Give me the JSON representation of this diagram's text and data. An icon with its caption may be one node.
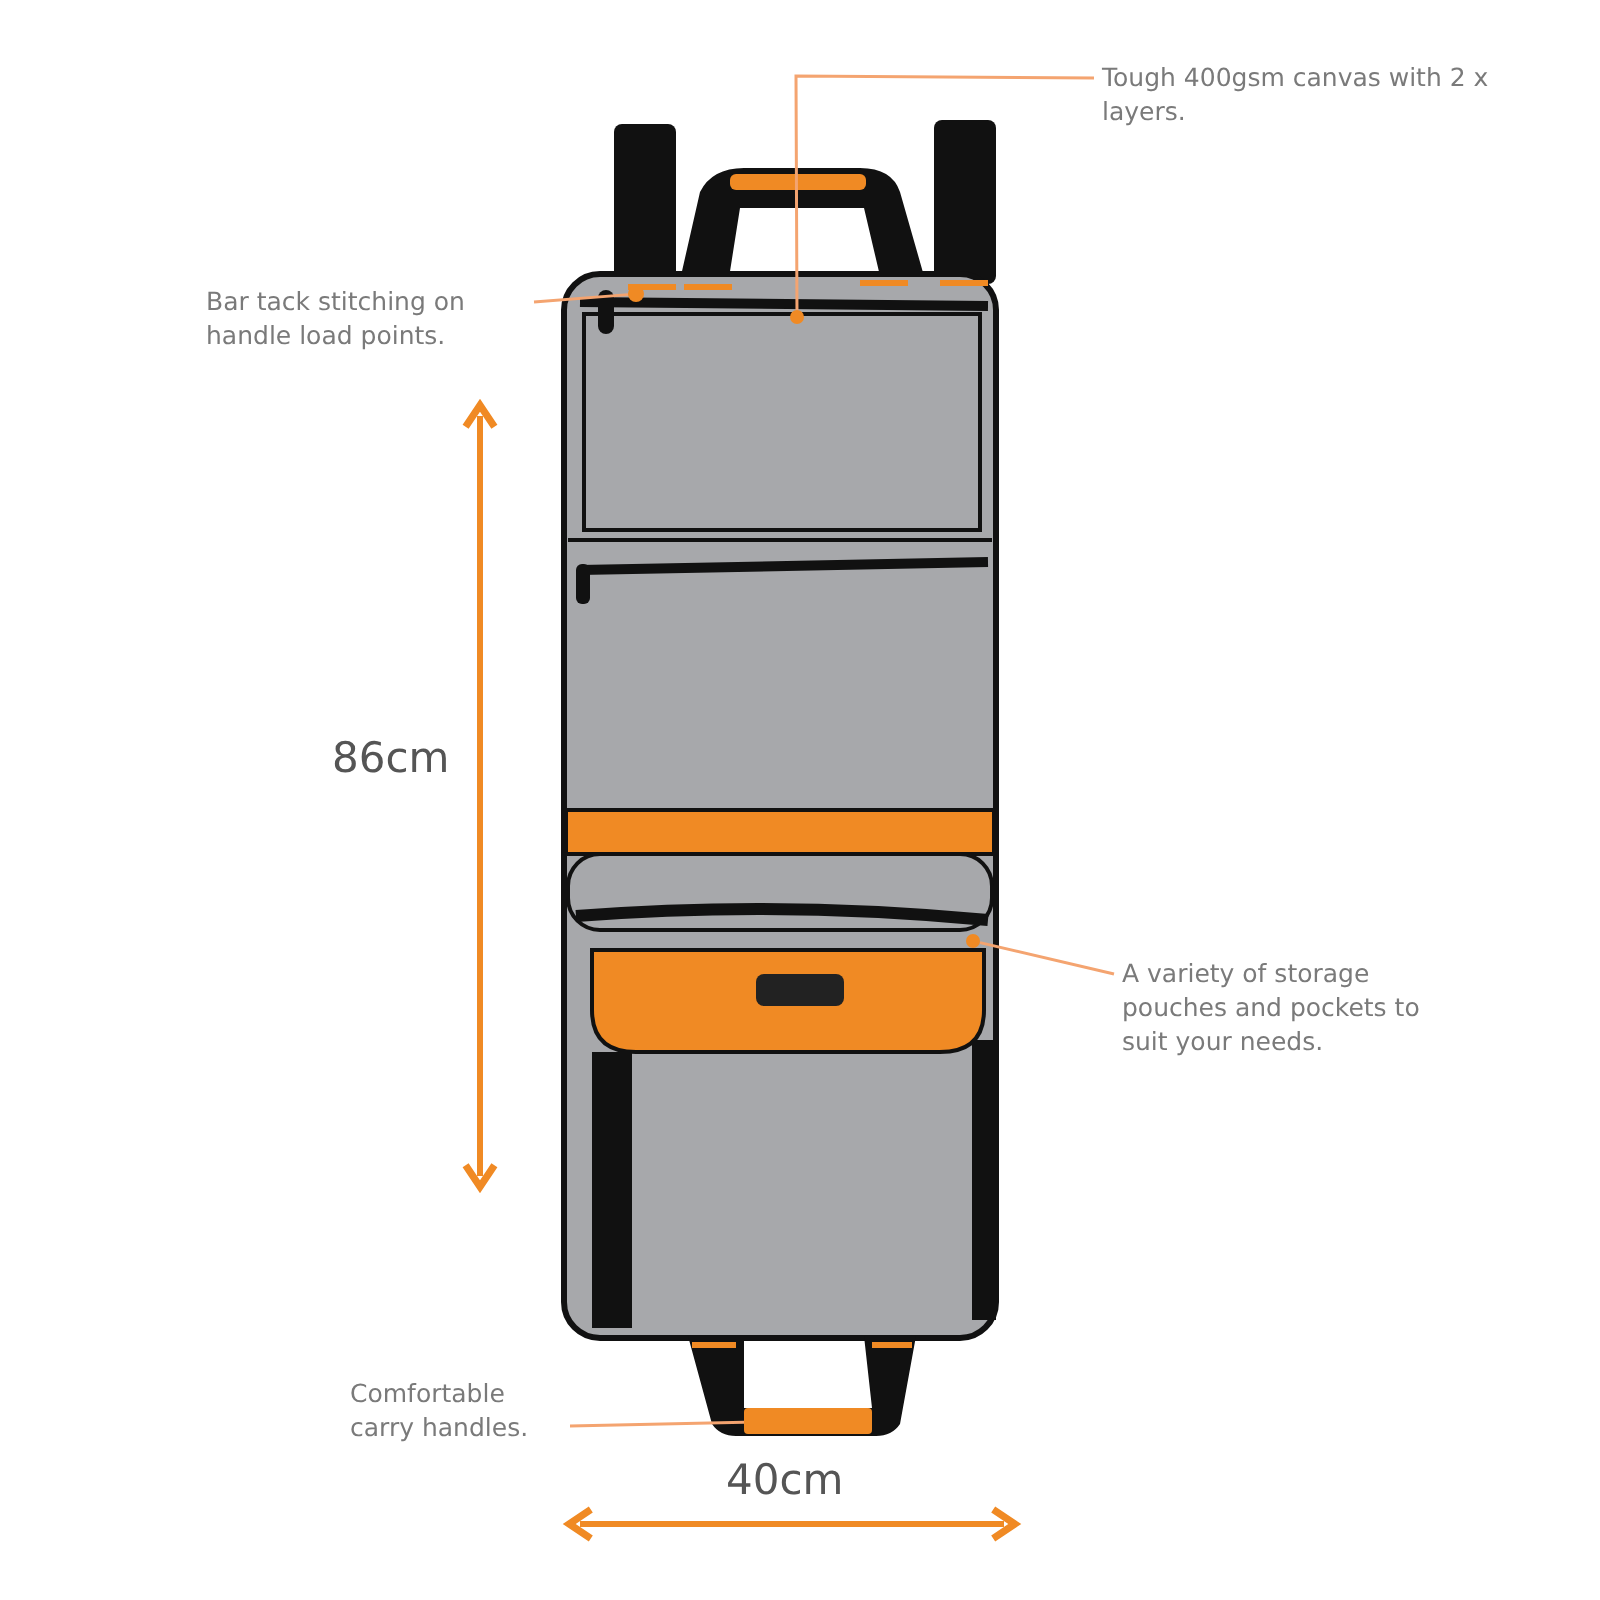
{
  "diagram": {
    "nodes": [
      {
        "text": [
          "Bar tack stitching on handle load points."
        ]
      },
      {
        "text": [],
        "shape": "circle"
      },
      {
        "text": [
          "Tough 400gsm canvas with 2 x layers."
        ]
      },
      {
        "text": [],
        "shape": "circle"
      },
      {
        "text": [
          "A variety of storage pouches and pockets to suit your needs."
        ]
      },
      {
        "text": [],
        "shape": "circle"
      },
      {
        "text": [
          "Comfortable carry handles."
        ]
      },
      {
        "text": [],
        "shape": "bar"
      }
    ],
    "edges": [
      {
        "from": 0,
        "to": 1,
        "arrow": "none"
      },
      {
        "from": 2,
        "to": 3,
        "arrow": "none"
      },
      {
        "from": 4,
        "to": 5,
        "arrow": "none"
      },
      {
        "from": 6,
        "to": 7,
        "arrow": "none"
      }
    ],
    "labels": [
      "86cm",
      "40cm"
    ]
  }
}
